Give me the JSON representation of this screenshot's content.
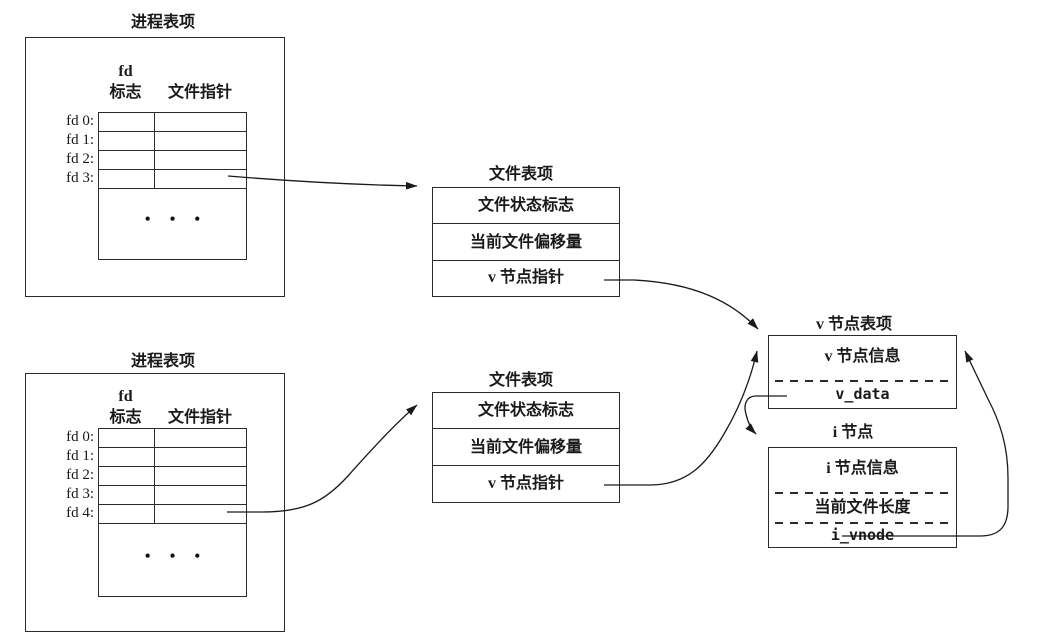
{
  "diagram": {
    "process_table_1": {
      "title": "进程表项",
      "fd_label": "fd",
      "col_flags": "标志",
      "col_pointer": "文件指针",
      "rows": [
        "fd 0:",
        "fd 1:",
        "fd 2:",
        "fd 3:"
      ],
      "ellipsis": "• • •"
    },
    "process_table_2": {
      "title": "进程表项",
      "fd_label": "fd",
      "col_flags": "标志",
      "col_pointer": "文件指针",
      "rows": [
        "fd 0:",
        "fd 1:",
        "fd 2:",
        "fd 3:",
        "fd 4:"
      ],
      "ellipsis": "• • •"
    },
    "file_table_1": {
      "title": "文件表项",
      "rows": [
        "文件状态标志",
        "当前文件偏移量",
        "v 节点指针"
      ]
    },
    "file_table_2": {
      "title": "文件表项",
      "rows": [
        "文件状态标志",
        "当前文件偏移量",
        "v 节点指针"
      ]
    },
    "vnode_table": {
      "title": "v 节点表项",
      "row_info": "v 节点信息",
      "row_vdata": "v_data"
    },
    "inode_table": {
      "title": "i 节点",
      "row_info": "i 节点信息",
      "row_length": "当前文件长度",
      "row_ivnode": "i_vnode"
    },
    "colors": {
      "line": "#1a1a1a",
      "border": "#2b2b2b",
      "background": "#ffffff"
    }
  }
}
